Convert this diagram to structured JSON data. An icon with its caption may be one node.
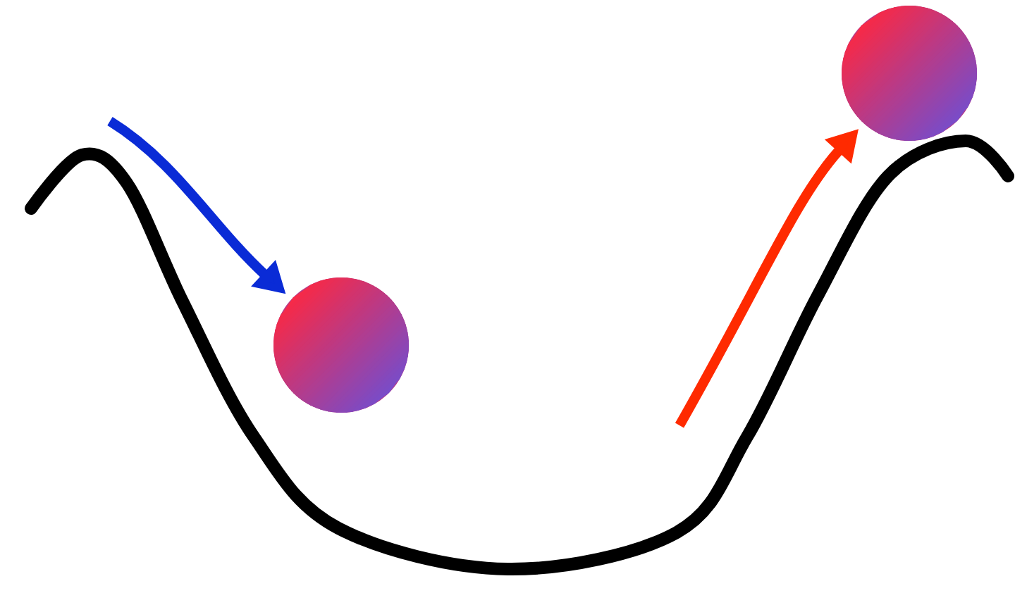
{
  "diagram": {
    "nodes": [
      {
        "text": [],
        "shape": "circle"
      },
      {
        "text": [],
        "shape": "circle"
      }
    ],
    "edges": [
      {
        "from": null,
        "to": 0,
        "arrow": "to",
        "color": "#0a2bd6"
      },
      {
        "from": null,
        "to": 1,
        "arrow": "to",
        "color": "#ff2a00"
      }
    ]
  }
}
